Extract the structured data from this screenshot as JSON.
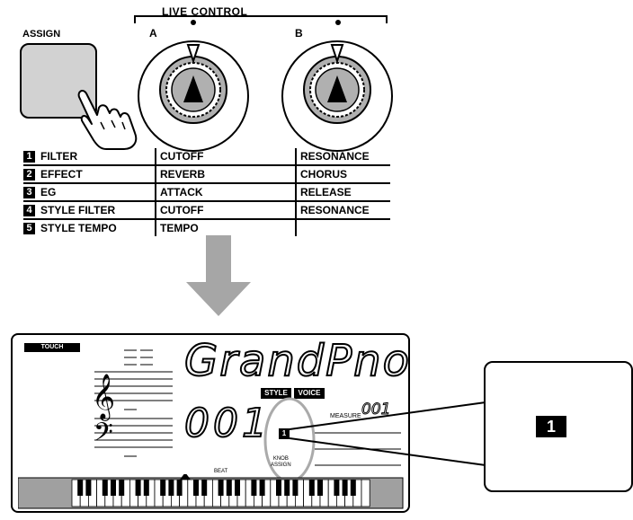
{
  "live_control": {
    "title": "LIVE CONTROL",
    "assign_label": "ASSIGN",
    "knob_a_label": "A",
    "knob_b_label": "B"
  },
  "assign_table": [
    {
      "num": "1",
      "name": "FILTER",
      "a": "CUTOFF",
      "b": "RESONANCE"
    },
    {
      "num": "2",
      "name": "EFFECT",
      "a": "REVERB",
      "b": "CHORUS"
    },
    {
      "num": "3",
      "name": "EG",
      "a": "ATTACK",
      "b": "RELEASE"
    },
    {
      "num": "4",
      "name": "STYLE FILTER",
      "a": "CUTOFF",
      "b": "RESONANCE"
    },
    {
      "num": "5",
      "name": "STYLE TEMPO",
      "a": "TEMPO",
      "b": ""
    }
  ],
  "display": {
    "touch_label": "TOUCH",
    "voice_name": "GrandPno",
    "style_tag": "STYLE",
    "voice_tag": "VOICE",
    "number": "001",
    "knob_assign_number": "1",
    "measure_label": "MEASURE",
    "measure_value": "001",
    "beat_label": "BEAT",
    "knob_assign_label_1": "KNOB",
    "knob_assign_label_2": "ASSIGN"
  },
  "callout": {
    "number": "1"
  },
  "colors": {
    "button_gray": "#d2d2d2",
    "arrow_gray": "#a6a6a6",
    "keyboard_gray": "#a0a0a0",
    "highlight_ring": "#aaaaaa"
  }
}
